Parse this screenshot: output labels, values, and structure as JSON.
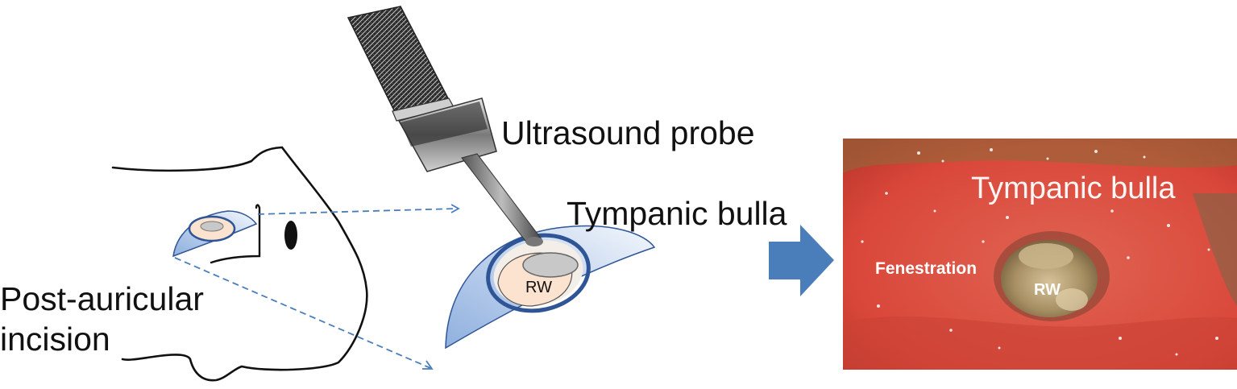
{
  "labels": {
    "ultrasound_probe": "Ultrasound probe",
    "tympanic_bulla_diagram": "Tympanic bulla",
    "post_auricular_line1": "Post-auricular",
    "post_auricular_line2": "incision",
    "rw_diagram": "RW",
    "tympanic_bulla_photo": "Tympanic bulla",
    "fenestration": "Fenestration",
    "rw_photo": "RW"
  },
  "colors": {
    "outline": "#111111",
    "bulla_blue": "#2f5597",
    "arrow_blue": "#4a7ebb",
    "dashed_arrow": "#4a7ebb",
    "tissue_red": "#d84a3a",
    "rw_fill": "#fbe3cf"
  }
}
